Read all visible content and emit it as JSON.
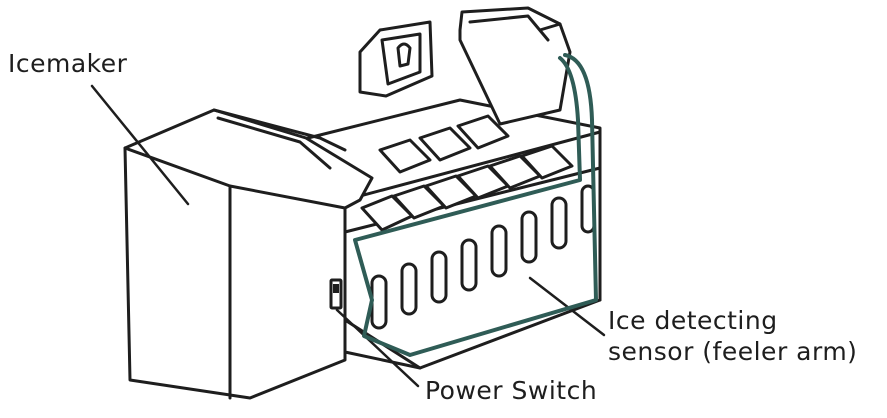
{
  "labels": {
    "icemaker": "Icemaker",
    "sensor_line1": "Ice detecting",
    "sensor_line2": "sensor (feeler arm)",
    "power_switch": "Power Switch"
  },
  "colors": {
    "line": "#1e1e1e",
    "feeler_arm": "#2f5c56",
    "background": "#ffffff"
  }
}
